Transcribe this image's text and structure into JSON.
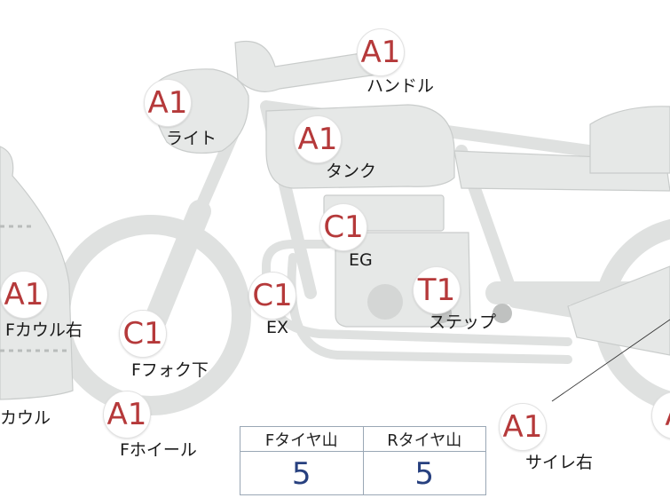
{
  "markers": [
    {
      "id": "handle",
      "code": "A1",
      "label": "ハンドル"
    },
    {
      "id": "light",
      "code": "A1",
      "label": "ライト"
    },
    {
      "id": "tank",
      "code": "A1",
      "label": "タンク"
    },
    {
      "id": "engine",
      "code": "C1",
      "label": "EG"
    },
    {
      "id": "step",
      "code": "T1",
      "label": "ステップ"
    },
    {
      "id": "exhaust",
      "code": "C1",
      "label": "EX"
    },
    {
      "id": "front-fork",
      "code": "C1",
      "label": "Fフォク下"
    },
    {
      "id": "front-cowl-r",
      "code": "A1",
      "label": "Fカウル右"
    },
    {
      "id": "front-wheel",
      "code": "A1",
      "label": "Fホイール"
    },
    {
      "id": "silencer-r",
      "code": "A1",
      "label": "サイレ右"
    },
    {
      "id": "cowl",
      "code": "",
      "label": "カウル"
    },
    {
      "id": "right-edge",
      "code": "A",
      "label": ""
    }
  ],
  "tire_table": {
    "front_header": "Fタイヤ山",
    "rear_header": "Rタイヤ山",
    "front_value": "5",
    "rear_value": "5"
  },
  "colors": {
    "body_fill": "#e6e8e7",
    "body_stroke": "#c9cccb",
    "marker_text": "#b5393a",
    "table_value": "#27407f",
    "table_border": "#9aa7b5"
  }
}
